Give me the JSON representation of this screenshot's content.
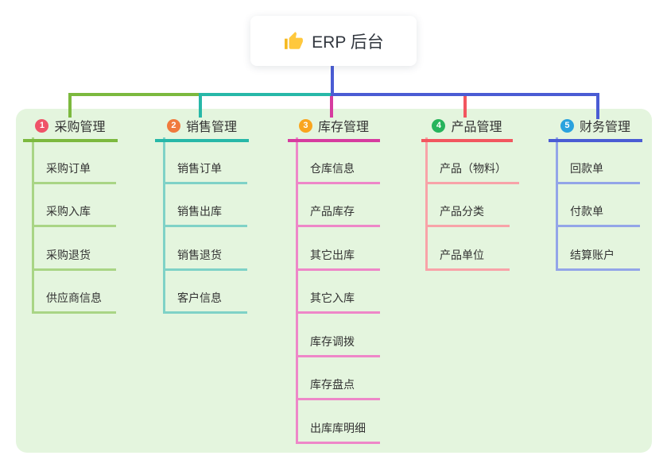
{
  "root": {
    "label": "ERP 后台",
    "icon": "thumbs-up"
  },
  "colors": {
    "panel_bg": "#e4f5de",
    "root_connector": "#4a5cd4",
    "text": "#333333",
    "thumb_yellow": "#ffc83d"
  },
  "branches": [
    {
      "badge": "1",
      "label": "采购管理",
      "badge_color": "#ef5368",
      "line_color": "#7cb93e",
      "child_line_color": "#a9d585",
      "children": [
        "采购订单",
        "采购入库",
        "采购退货",
        "供应商信息"
      ]
    },
    {
      "badge": "2",
      "label": "销售管理",
      "badge_color": "#f07a3d",
      "line_color": "#27b8a8",
      "child_line_color": "#7fd2c7",
      "children": [
        "销售订单",
        "销售出库",
        "销售退货",
        "客户信息"
      ]
    },
    {
      "badge": "3",
      "label": "库存管理",
      "badge_color": "#f9a51e",
      "line_color": "#d63c9f",
      "child_line_color": "#ee87c8",
      "children": [
        "仓库信息",
        "产品库存",
        "其它出库",
        "其它入库",
        "库存调拨",
        "库存盘点",
        "出库库明细"
      ]
    },
    {
      "badge": "4",
      "label": "产品管理",
      "badge_color": "#27b45c",
      "line_color": "#f2565f",
      "child_line_color": "#f8a3a8",
      "children": [
        "产品（物料）",
        "产品分类",
        "产品单位"
      ]
    },
    {
      "badge": "5",
      "label": "财务管理",
      "badge_color": "#2aa2de",
      "line_color": "#4a5cd4",
      "child_line_color": "#93a5e8",
      "children": [
        "回款单",
        "付款单",
        "结算账户"
      ]
    }
  ]
}
